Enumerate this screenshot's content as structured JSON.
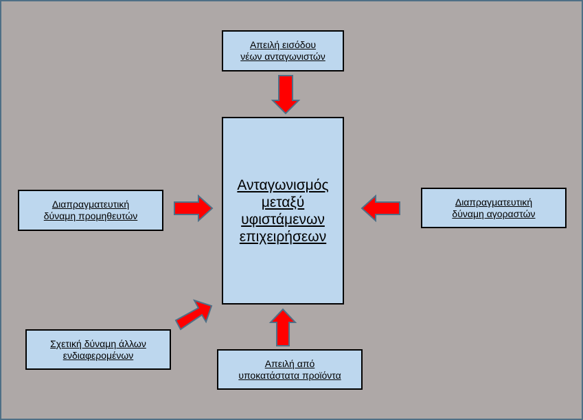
{
  "diagram": {
    "center": {
      "lines": [
        "Ανταγωνισμός",
        "μεταξύ",
        "υφιστάμενων",
        "επιχειρήσεων"
      ]
    },
    "top": {
      "lines": [
        "Απειλή εισόδου",
        "νέων ανταγωνιστών"
      ]
    },
    "left": {
      "lines": [
        "Διαπραγματευτική",
        "δύναμη προμηθευτών"
      ]
    },
    "right": {
      "lines": [
        "Διαπραγματευτική",
        "δύναμη αγοραστών"
      ]
    },
    "bottom_left": {
      "lines": [
        "Σχετική δύναμη άλλων",
        "ενδιαφερομένων"
      ]
    },
    "bottom": {
      "lines": [
        "Απειλή από",
        "υποκατάστατα προϊόντα"
      ]
    }
  },
  "colors": {
    "background": "#aea8a7",
    "frame": "#4f6f86",
    "box_fill": "#bdd7ee",
    "box_border": "#000000",
    "arrow_fill": "#ff0000",
    "arrow_outline": "#4f6f86"
  }
}
